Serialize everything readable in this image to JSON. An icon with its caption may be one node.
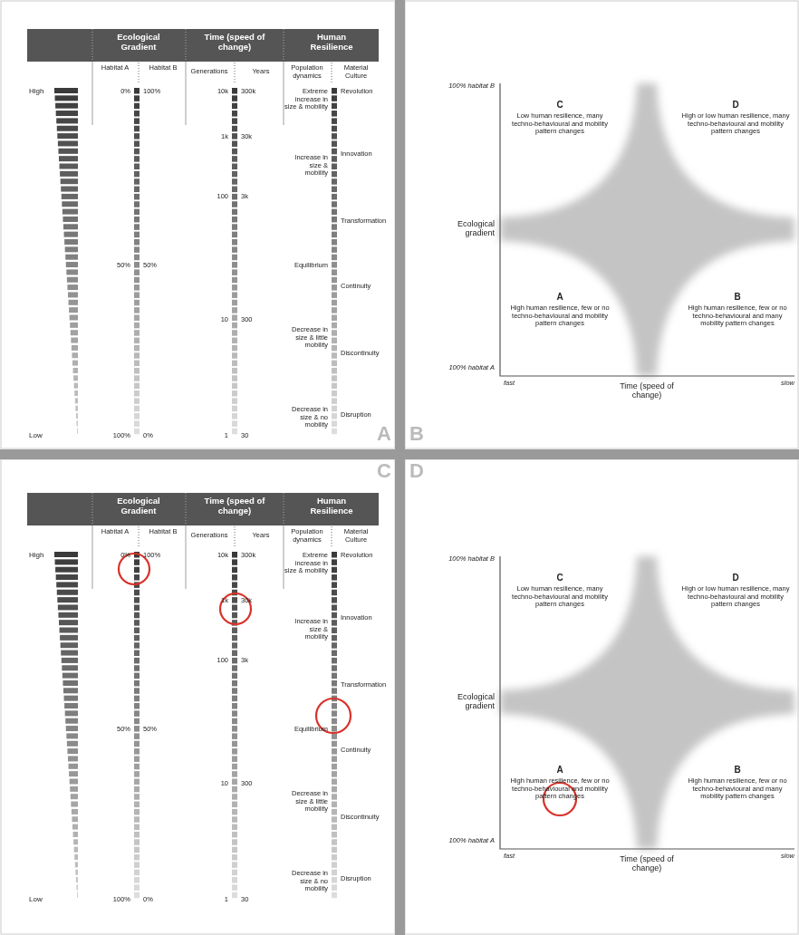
{
  "diagram": {
    "labels": [
      "Ecological Gradient",
      "Time (speed of change)",
      "Human Resilience",
      "Habitat A",
      "Habitat B",
      "Generations",
      "Years",
      "Population dynamics",
      "Material Culture",
      "High",
      "0%",
      "100%",
      "10k",
      "300k",
      "Extreme increase in size & mobility",
      "Revolution",
      "1k",
      "30k",
      "Increase in size & mobility",
      "Innovation",
      "100",
      "3k",
      "Transformation",
      "50%",
      "50%",
      "Equilibrium",
      "Continuity",
      "10",
      "300",
      "Decrease in size & little mobility",
      "Discontinuity",
      "Decrease in size & no mobility",
      "Disruption",
      "Low",
      "100%",
      "0%",
      "1",
      "30",
      "A",
      "100% habitat B",
      "C",
      "Low human resilience, many techno-behavioural and mobility pattern changes",
      "D",
      "High or low human resilience, many techno-behavioural and mobility pattern changes",
      "Ecological gradient",
      "A",
      "High human resilience, few or no techno-behavioural and mobility pattern changes",
      "B",
      "High human resilience, few or no techno-behavioural and many mobility pattern changes",
      "100% habitat A",
      "fast",
      "Time (speed of change)",
      "slow",
      "B",
      "Ecological Gradient",
      "Time (speed of change)",
      "Human Resilience",
      "Habitat A",
      "Habitat B",
      "Generations",
      "Years",
      "Population dynamics",
      "Material Culture",
      "High",
      "0%",
      "100%",
      "10k",
      "300k",
      "Extreme increase in size & mobility",
      "Revolution",
      "1k",
      "30k",
      "Increase in size & mobility",
      "Innovation",
      "100",
      "3k",
      "Transformation",
      "50%",
      "50%",
      "Equilibrium",
      "Continuity",
      "10",
      "300",
      "Decrease in size & little mobility",
      "Discontinuity",
      "Decrease in size & no mobility",
      "Disruption",
      "Low",
      "100%",
      "0%",
      "1",
      "30",
      "C",
      "100% habitat B",
      "C",
      "Low human resilience, many techno-behavioural and mobility pattern changes",
      "D",
      "High or low human resilience, many techno-behavioural and mobility pattern changes",
      "Ecological gradient",
      "A",
      "High human resilience, few or no techno-behavioural and mobility pattern changes",
      "B",
      "High human resilience, few or no techno-behavioural and many mobility pattern changes",
      "100% habitat A",
      "fast",
      "Time (speed of change)",
      "slow",
      "D"
    ]
  }
}
